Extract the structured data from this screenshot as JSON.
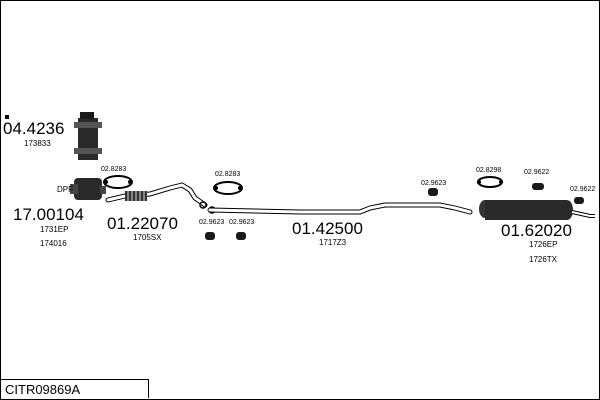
{
  "diagram_code": "CITR09869A",
  "parts": {
    "catalyst_top": {
      "number": "04.4236",
      "ref": "173833"
    },
    "dpf": {
      "tag": "DPF",
      "number": "17.00104",
      "ref1": "1731EP",
      "ref2": "174016"
    },
    "front_pipe": {
      "number": "01.22070",
      "ref": "1705SX"
    },
    "middle_pipe": {
      "number": "01.42500",
      "ref": "1717Z3"
    },
    "rear_silencer": {
      "number": "01.62020",
      "ref1": "1726EP",
      "ref2": "1726TX"
    }
  },
  "fittings": {
    "clamp_a": "02.8283",
    "clamp_b": "02.8283",
    "hanger_a": "02.9623",
    "hanger_b": "02.9623",
    "hanger_c": "02.9623",
    "clamp_c": "02.8298",
    "hanger_d": "02.9622",
    "hanger_e": "02.9622"
  },
  "colors": {
    "line": "#000000",
    "part_fill": "#2a2a2a",
    "pipe_fill": "#ffffff"
  }
}
